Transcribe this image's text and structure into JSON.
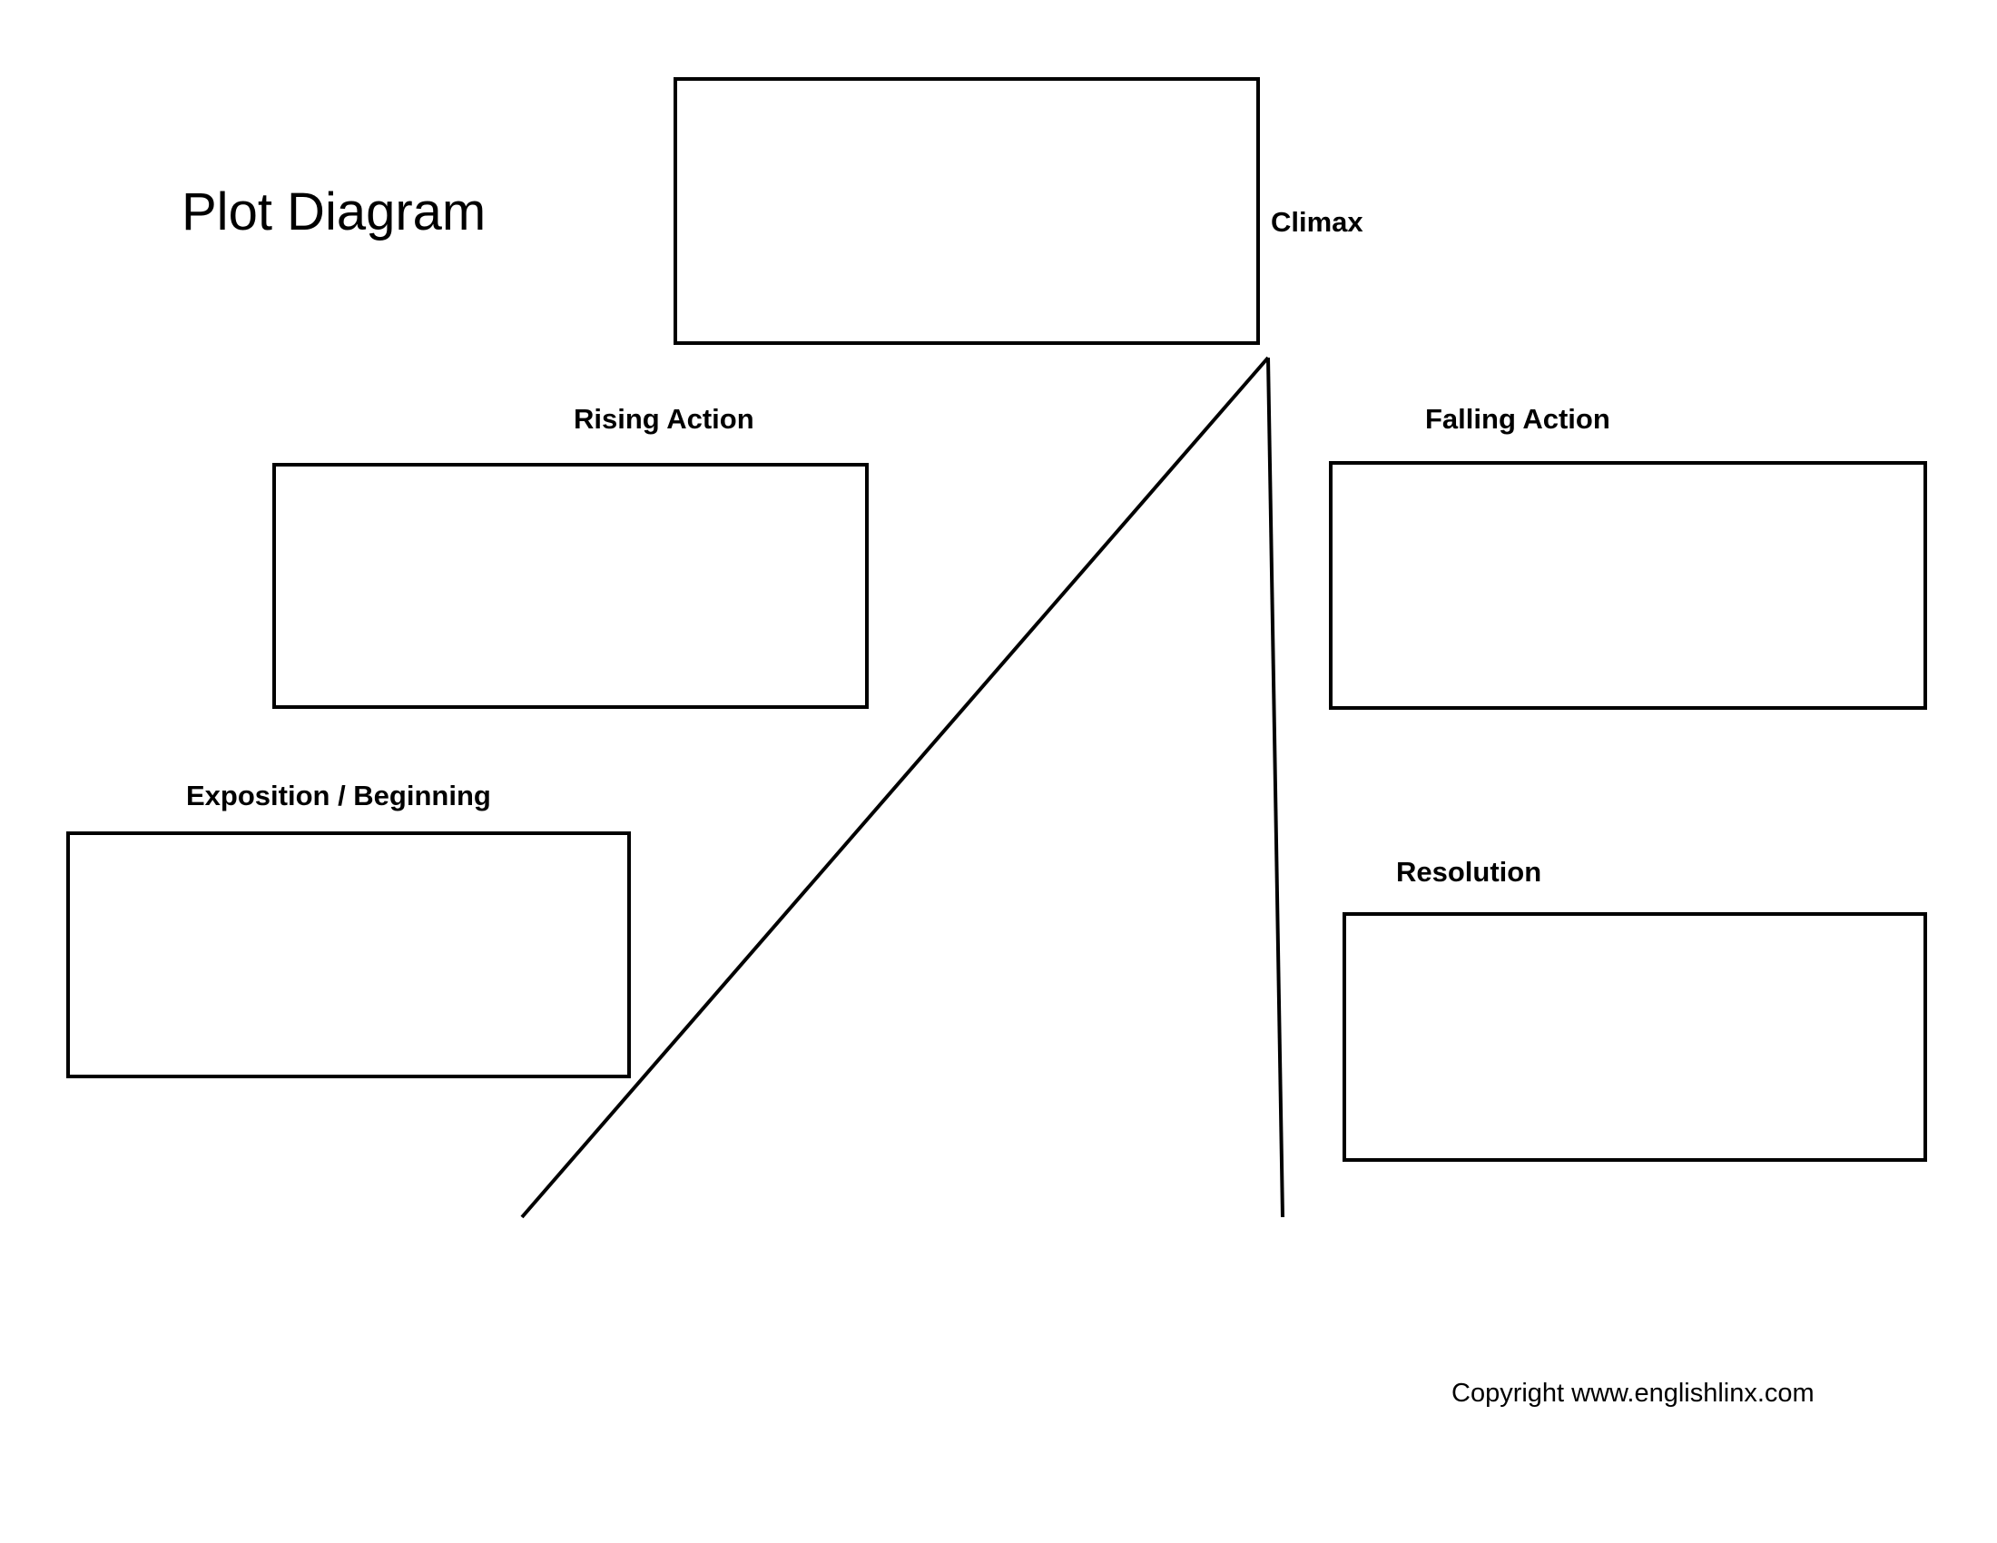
{
  "colors": {
    "ink": "#000000",
    "paper": "#ffffff"
  },
  "header": {
    "title": "Plot Diagram"
  },
  "diagram": {
    "type": "plot-structure-worksheet",
    "shape": "story-arc-peak",
    "nodes": [
      {
        "id": "exposition",
        "label": "Exposition / Beginning",
        "content": ""
      },
      {
        "id": "rising-action",
        "label": "Rising Action",
        "content": ""
      },
      {
        "id": "climax",
        "label": "Climax",
        "content": ""
      },
      {
        "id": "falling-action",
        "label": "Falling Action",
        "content": ""
      },
      {
        "id": "resolution",
        "label": "Resolution",
        "content": ""
      }
    ]
  },
  "footer": {
    "copyright": "Copyright www.englishlinx.com"
  }
}
